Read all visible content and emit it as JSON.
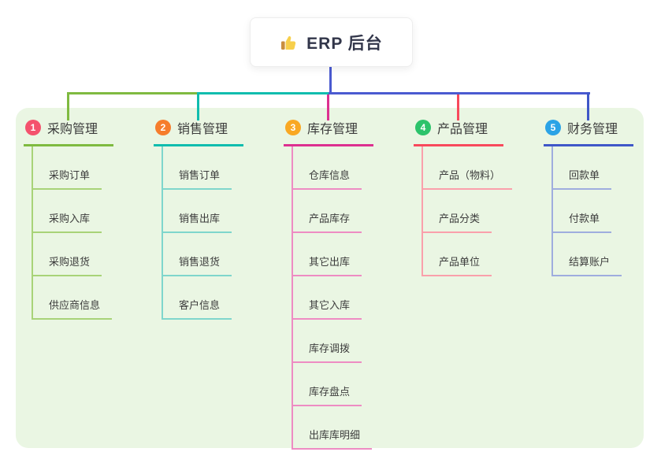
{
  "root": {
    "title": "ERP 后台",
    "icon": "thumbs-up-icon"
  },
  "palette": {
    "root_line": "#4a5ad0",
    "panel_bg": "#eaf6e3",
    "card_bg": "#ffffff",
    "text": "#3a3a3a"
  },
  "branches": [
    {
      "badge": "1",
      "title": "采购管理",
      "badge_color": "#f4526d",
      "line_color": "#7fba40",
      "child_line_color": "#a8d378",
      "children": [
        "采购订单",
        "采购入库",
        "采购退货",
        "供应商信息"
      ]
    },
    {
      "badge": "2",
      "title": "销售管理",
      "badge_color": "#f67d2c",
      "line_color": "#10bdae",
      "child_line_color": "#7fd6cc",
      "children": [
        "销售订单",
        "销售出库",
        "销售退货",
        "客户信息"
      ]
    },
    {
      "badge": "3",
      "title": "库存管理",
      "badge_color": "#f9a823",
      "line_color": "#dd3090",
      "child_line_color": "#ee8cc3",
      "children": [
        "仓库信息",
        "产品库存",
        "其它出库",
        "其它入库",
        "库存调拨",
        "库存盘点",
        "出库库明细"
      ]
    },
    {
      "badge": "4",
      "title": "产品管理",
      "badge_color": "#2cc36b",
      "line_color": "#f8495c",
      "child_line_color": "#faa0ab",
      "children": [
        "产品（物料）",
        "产品分类",
        "产品单位"
      ]
    },
    {
      "badge": "5",
      "title": "财务管理",
      "badge_color": "#2ba3e6",
      "line_color": "#3f57c8",
      "child_line_color": "#9fadde",
      "children": [
        "回款单",
        "付款单",
        "结算账户"
      ]
    }
  ]
}
